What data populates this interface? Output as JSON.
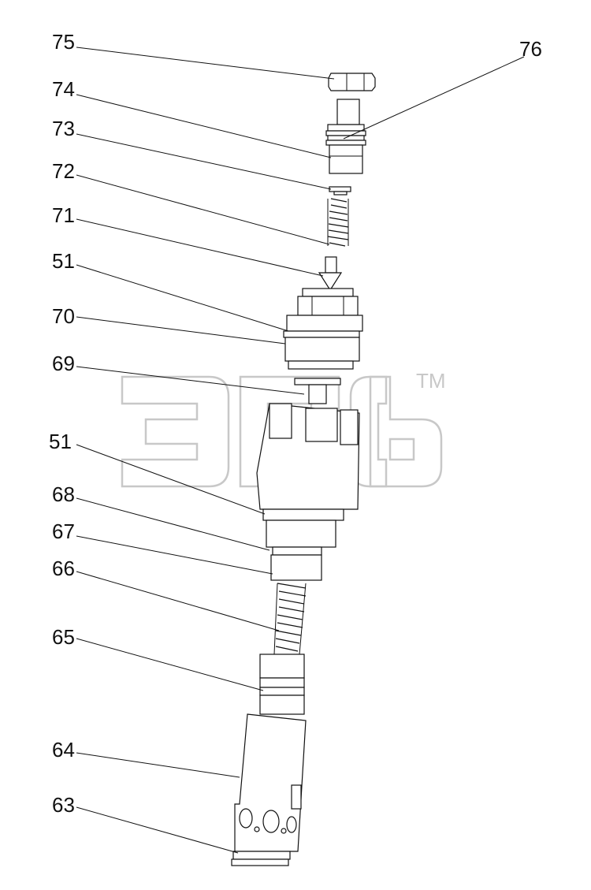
{
  "watermark": {
    "trademark": "TM"
  },
  "callouts": {
    "c75": "75",
    "c76": "76",
    "c74": "74",
    "c73": "73",
    "c72": "72",
    "c71": "71",
    "c51a": "51",
    "c70": "70",
    "c69": "69",
    "c51b": "51",
    "c68": "68",
    "c67": "67",
    "c66": "66",
    "c65": "65",
    "c64": "64",
    "c63": "63"
  }
}
